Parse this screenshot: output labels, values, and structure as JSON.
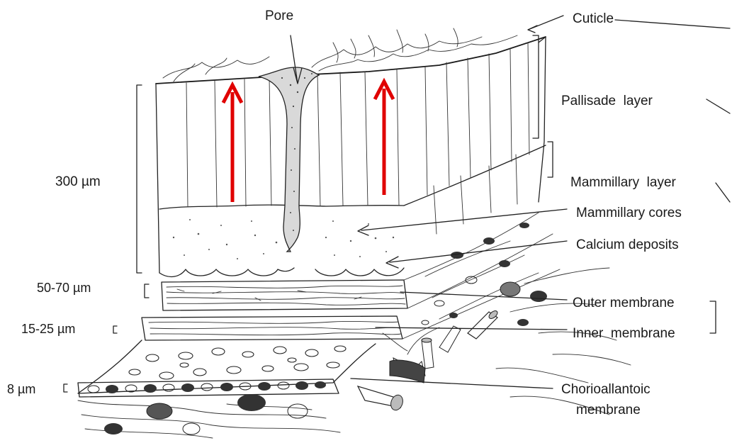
{
  "labels": {
    "pore": "Pore",
    "cuticle": "Cuticle",
    "palisade_layer": "Pallisade  layer",
    "mammillary_layer": "Mammillary  layer",
    "mammillary_cores": "Mammillary cores",
    "calcium_deposits": "Calcium deposits",
    "outer_membrane": "Outer membrane",
    "inner_membrane": "Inner  membrane",
    "chorioallantoic_line1": "Chorioallantoic",
    "chorioallantoic_line2": "membrane"
  },
  "thickness": {
    "shell": "300 µm",
    "outer_membrane": "50-70 µm",
    "inner_membrane": "15-25 µm",
    "chorioallantoic": "8 µm"
  },
  "colors": {
    "arrow": "#e00000",
    "ink": "#222222",
    "background": "#ffffff"
  }
}
